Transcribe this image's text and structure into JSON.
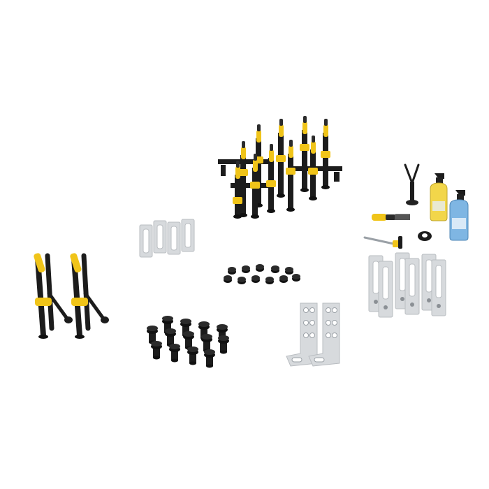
{
  "scene": {
    "background": "#ffffff",
    "colors": {
      "tool_black": "#1c1c1c",
      "tool_dark": "#2b2b2b",
      "tool_yellow": "#f0c419",
      "aluminum": "#d7dadd",
      "aluminum_shade": "#b9bdc1",
      "cleaner_yellow": "#f2d64a",
      "cleaner_blue": "#7fb6e3"
    },
    "groups": [
      {
        "name": "vertical-screw-clamps",
        "icon": "clamp-icon"
      },
      {
        "name": "angle-clamps",
        "icon": "clamp-icon"
      },
      {
        "name": "small-aluminum-brackets",
        "icon": "bracket-icon"
      },
      {
        "name": "tall-aluminum-brackets",
        "icon": "bracket-icon"
      },
      {
        "name": "l-angle-brackets",
        "icon": "angle-bracket-icon"
      },
      {
        "name": "flat-bolts",
        "icon": "bolt-icon"
      },
      {
        "name": "clamping-bolts",
        "icon": "bolt-icon"
      },
      {
        "name": "cleaning-accessories",
        "icon": "spray-bottle-icon"
      }
    ]
  }
}
